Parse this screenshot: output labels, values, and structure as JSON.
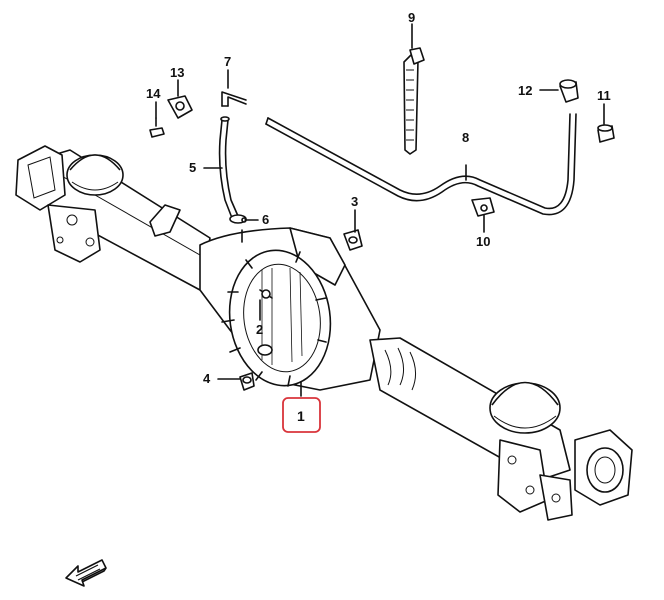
{
  "diagram": {
    "highlight_color": "#d9343b",
    "callouts": [
      {
        "id": "c1",
        "label": "1",
        "highlighted": true
      },
      {
        "id": "c2",
        "label": "2"
      },
      {
        "id": "c3",
        "label": "3"
      },
      {
        "id": "c4",
        "label": "4"
      },
      {
        "id": "c5",
        "label": "5"
      },
      {
        "id": "c6",
        "label": "6"
      },
      {
        "id": "c7",
        "label": "7"
      },
      {
        "id": "c8",
        "label": "8"
      },
      {
        "id": "c9",
        "label": "9"
      },
      {
        "id": "c10",
        "label": "10"
      },
      {
        "id": "c11",
        "label": "11"
      },
      {
        "id": "c12",
        "label": "12"
      },
      {
        "id": "c13",
        "label": "13"
      },
      {
        "id": "c14",
        "label": "14"
      }
    ],
    "icons": {
      "front_arrow": "front-direction-arrow-icon"
    }
  }
}
